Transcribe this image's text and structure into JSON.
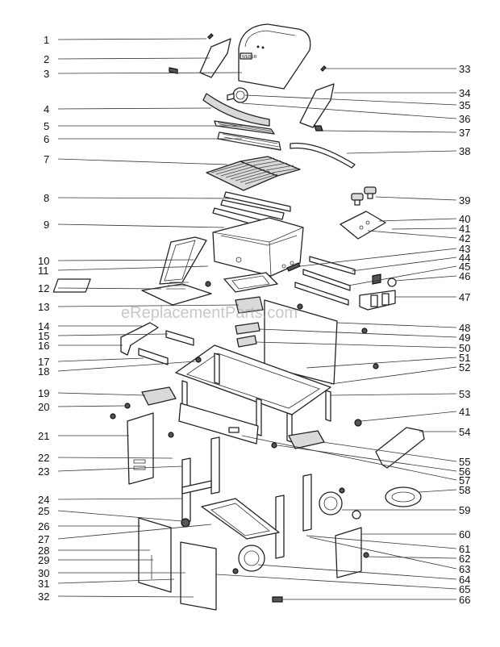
{
  "watermark": "eReplacementParts.com",
  "lid_badge": "WEBER",
  "left_callouts": [
    "1",
    "2",
    "3",
    "4",
    "5",
    "6",
    "7",
    "8",
    "9",
    "10",
    "11",
    "12",
    "13",
    "14",
    "15",
    "16",
    "17",
    "18",
    "19",
    "20",
    "21",
    "22",
    "23",
    "24",
    "25",
    "26",
    "27",
    "28",
    "29",
    "30",
    "31",
    "32"
  ],
  "right_callouts": [
    "33",
    "34",
    "35",
    "36",
    "37",
    "38",
    "39",
    "40",
    "41",
    "42",
    "43",
    "44",
    "45",
    "46",
    "47",
    "48",
    "49",
    "50",
    "51",
    "52",
    "53",
    "41",
    "54",
    "55",
    "56",
    "57",
    "58",
    "59",
    "60",
    "61",
    "62",
    "63",
    "64",
    "65",
    "66"
  ]
}
